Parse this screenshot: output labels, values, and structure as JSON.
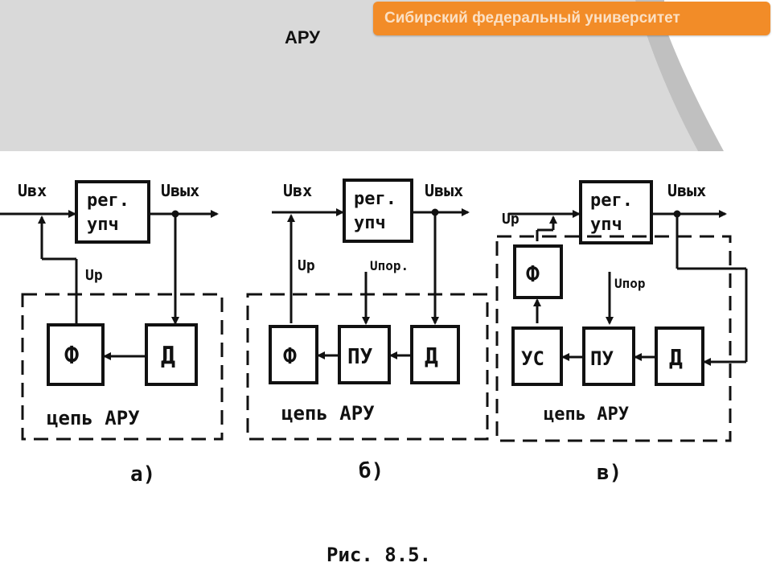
{
  "header": {
    "brand": "Сибирский федеральный университет",
    "title": "АРУ"
  },
  "diagram": {
    "caption": "Рис. 8.5.",
    "panels": [
      {
        "label": "а)",
        "input": "Uвх",
        "output": "Uвых",
        "regulating_voltage": "Uр",
        "amp_line1": "рег.",
        "amp_line2": "упч",
        "filter": "Ф",
        "detector": "Д",
        "chain_label": "цепь АРУ"
      },
      {
        "label": "б)",
        "input": "Uвх",
        "output": "Uвых",
        "regulating_voltage": "Uр",
        "threshold": "Uпор.",
        "amp_line1": "рег.",
        "amp_line2": "упч",
        "filter": "Ф",
        "threshold_device": "ПУ",
        "detector": "Д",
        "chain_label": "цепь АРУ"
      },
      {
        "label": "в)",
        "output": "Uвых",
        "regulating_voltage": "Uр",
        "threshold": "Uпор",
        "amp_line1": "рег.",
        "amp_line2": "упч",
        "filter": "Ф",
        "dc_amplifier": "УС",
        "threshold_device": "ПУ",
        "detector": "Д",
        "chain_label": "цепь АРУ"
      }
    ]
  }
}
